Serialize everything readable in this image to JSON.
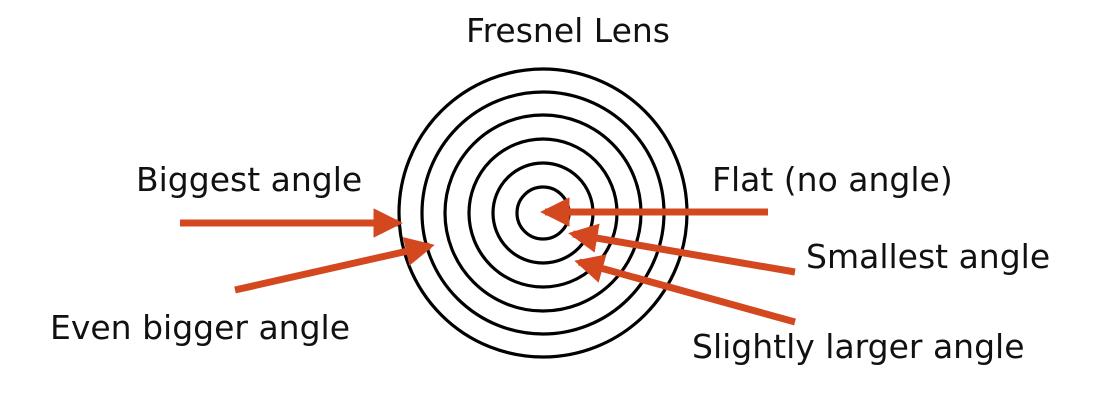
{
  "diagram": {
    "title": "Fresnel Lens",
    "labels": {
      "biggest": "Biggest angle",
      "even_bigger": "Even bigger angle",
      "flat": "Flat (no angle)",
      "smallest": "Smallest angle",
      "slightly_larger": "Slightly larger angle"
    },
    "ring_count": 6,
    "colors": {
      "arrow": "#D4481F",
      "ring": "#000000",
      "text": "#111111"
    }
  }
}
